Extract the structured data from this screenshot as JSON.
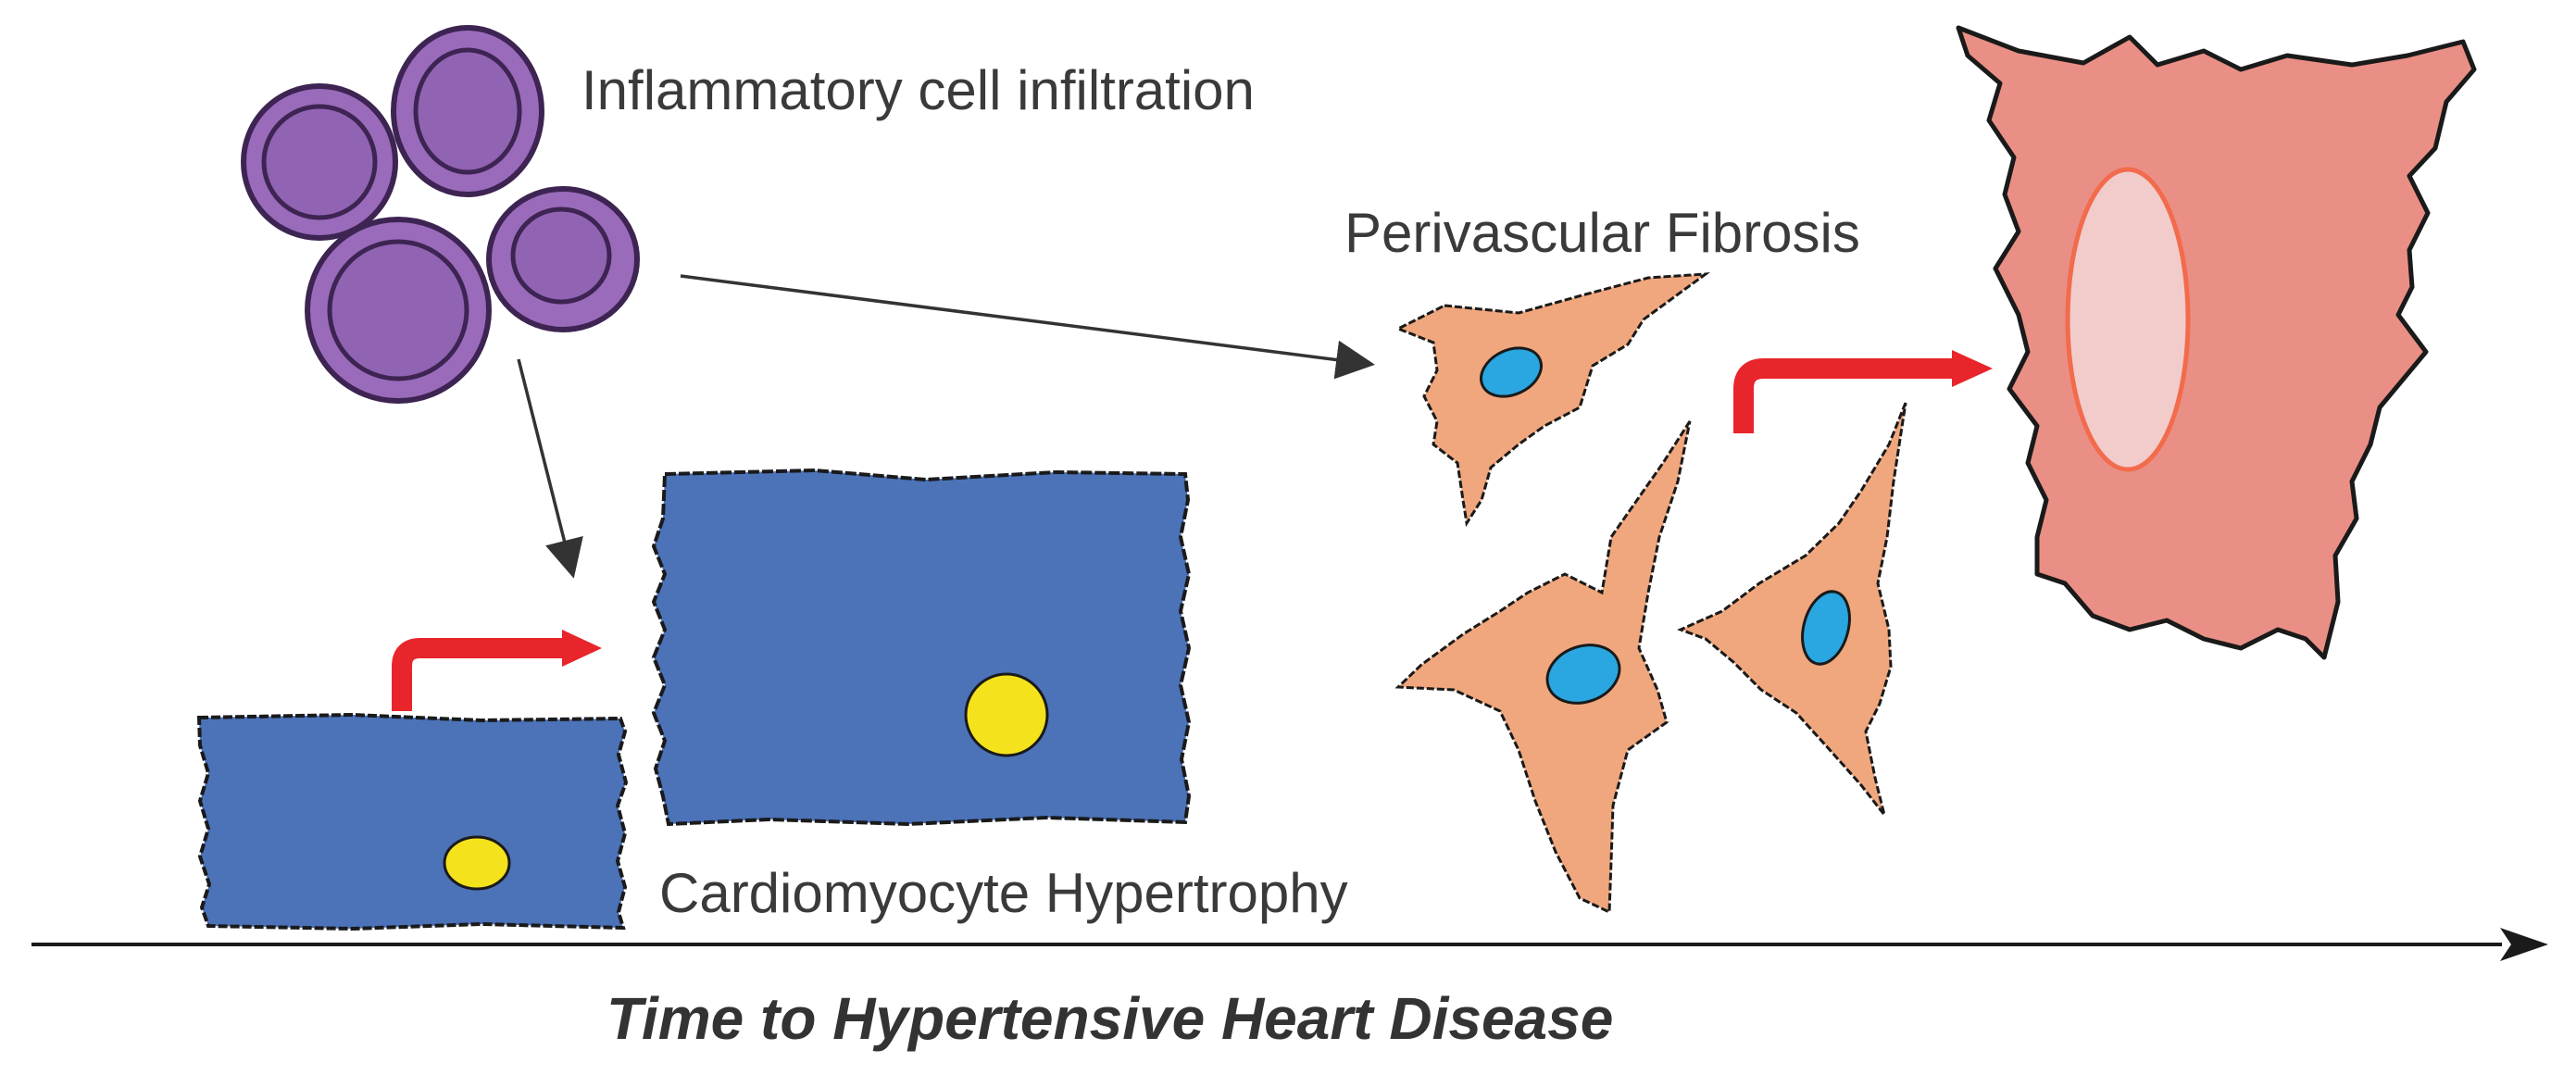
{
  "labels": {
    "inflammation": "Inflammatory cell infiltration",
    "fibrosis": "Perivascular Fibrosis",
    "hypertrophy": "Cardiomyocyte Hypertrophy",
    "timeline": "Time to Hypertensive Heart Disease"
  },
  "colors": {
    "inflammatory_cell": "#9a6bbb",
    "inflammatory_outline": "#3d2452",
    "cardiomyocyte": "#4c72b8",
    "cardiomyocyte_nucleus": "#f4e21d",
    "fibroblast": "#f0a77e",
    "fibroblast_nucleus": "#2aa6e0",
    "myofibroblast": "#ea8f85",
    "myofibroblast_nucleus": "#f1cccb",
    "myofibroblast_nucleus_ring": "#f26b4c",
    "progression_arrow": "#e8252b",
    "pathway_arrow": "#333333",
    "outline": "#1a1a1a"
  }
}
